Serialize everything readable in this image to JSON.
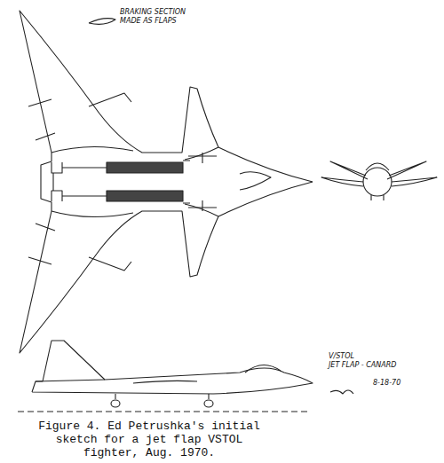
{
  "diagram": {
    "caption": "Figure 4. Ed Petrushka's initial sketch for a jet flap VSTOL fighter, Aug. 1970.",
    "labels": [
      "BRAKING SECTION",
      "MADE AS FLAPS",
      "V/STOL",
      "JET FLAP - CANARD",
      "8-18-70"
    ]
  }
}
